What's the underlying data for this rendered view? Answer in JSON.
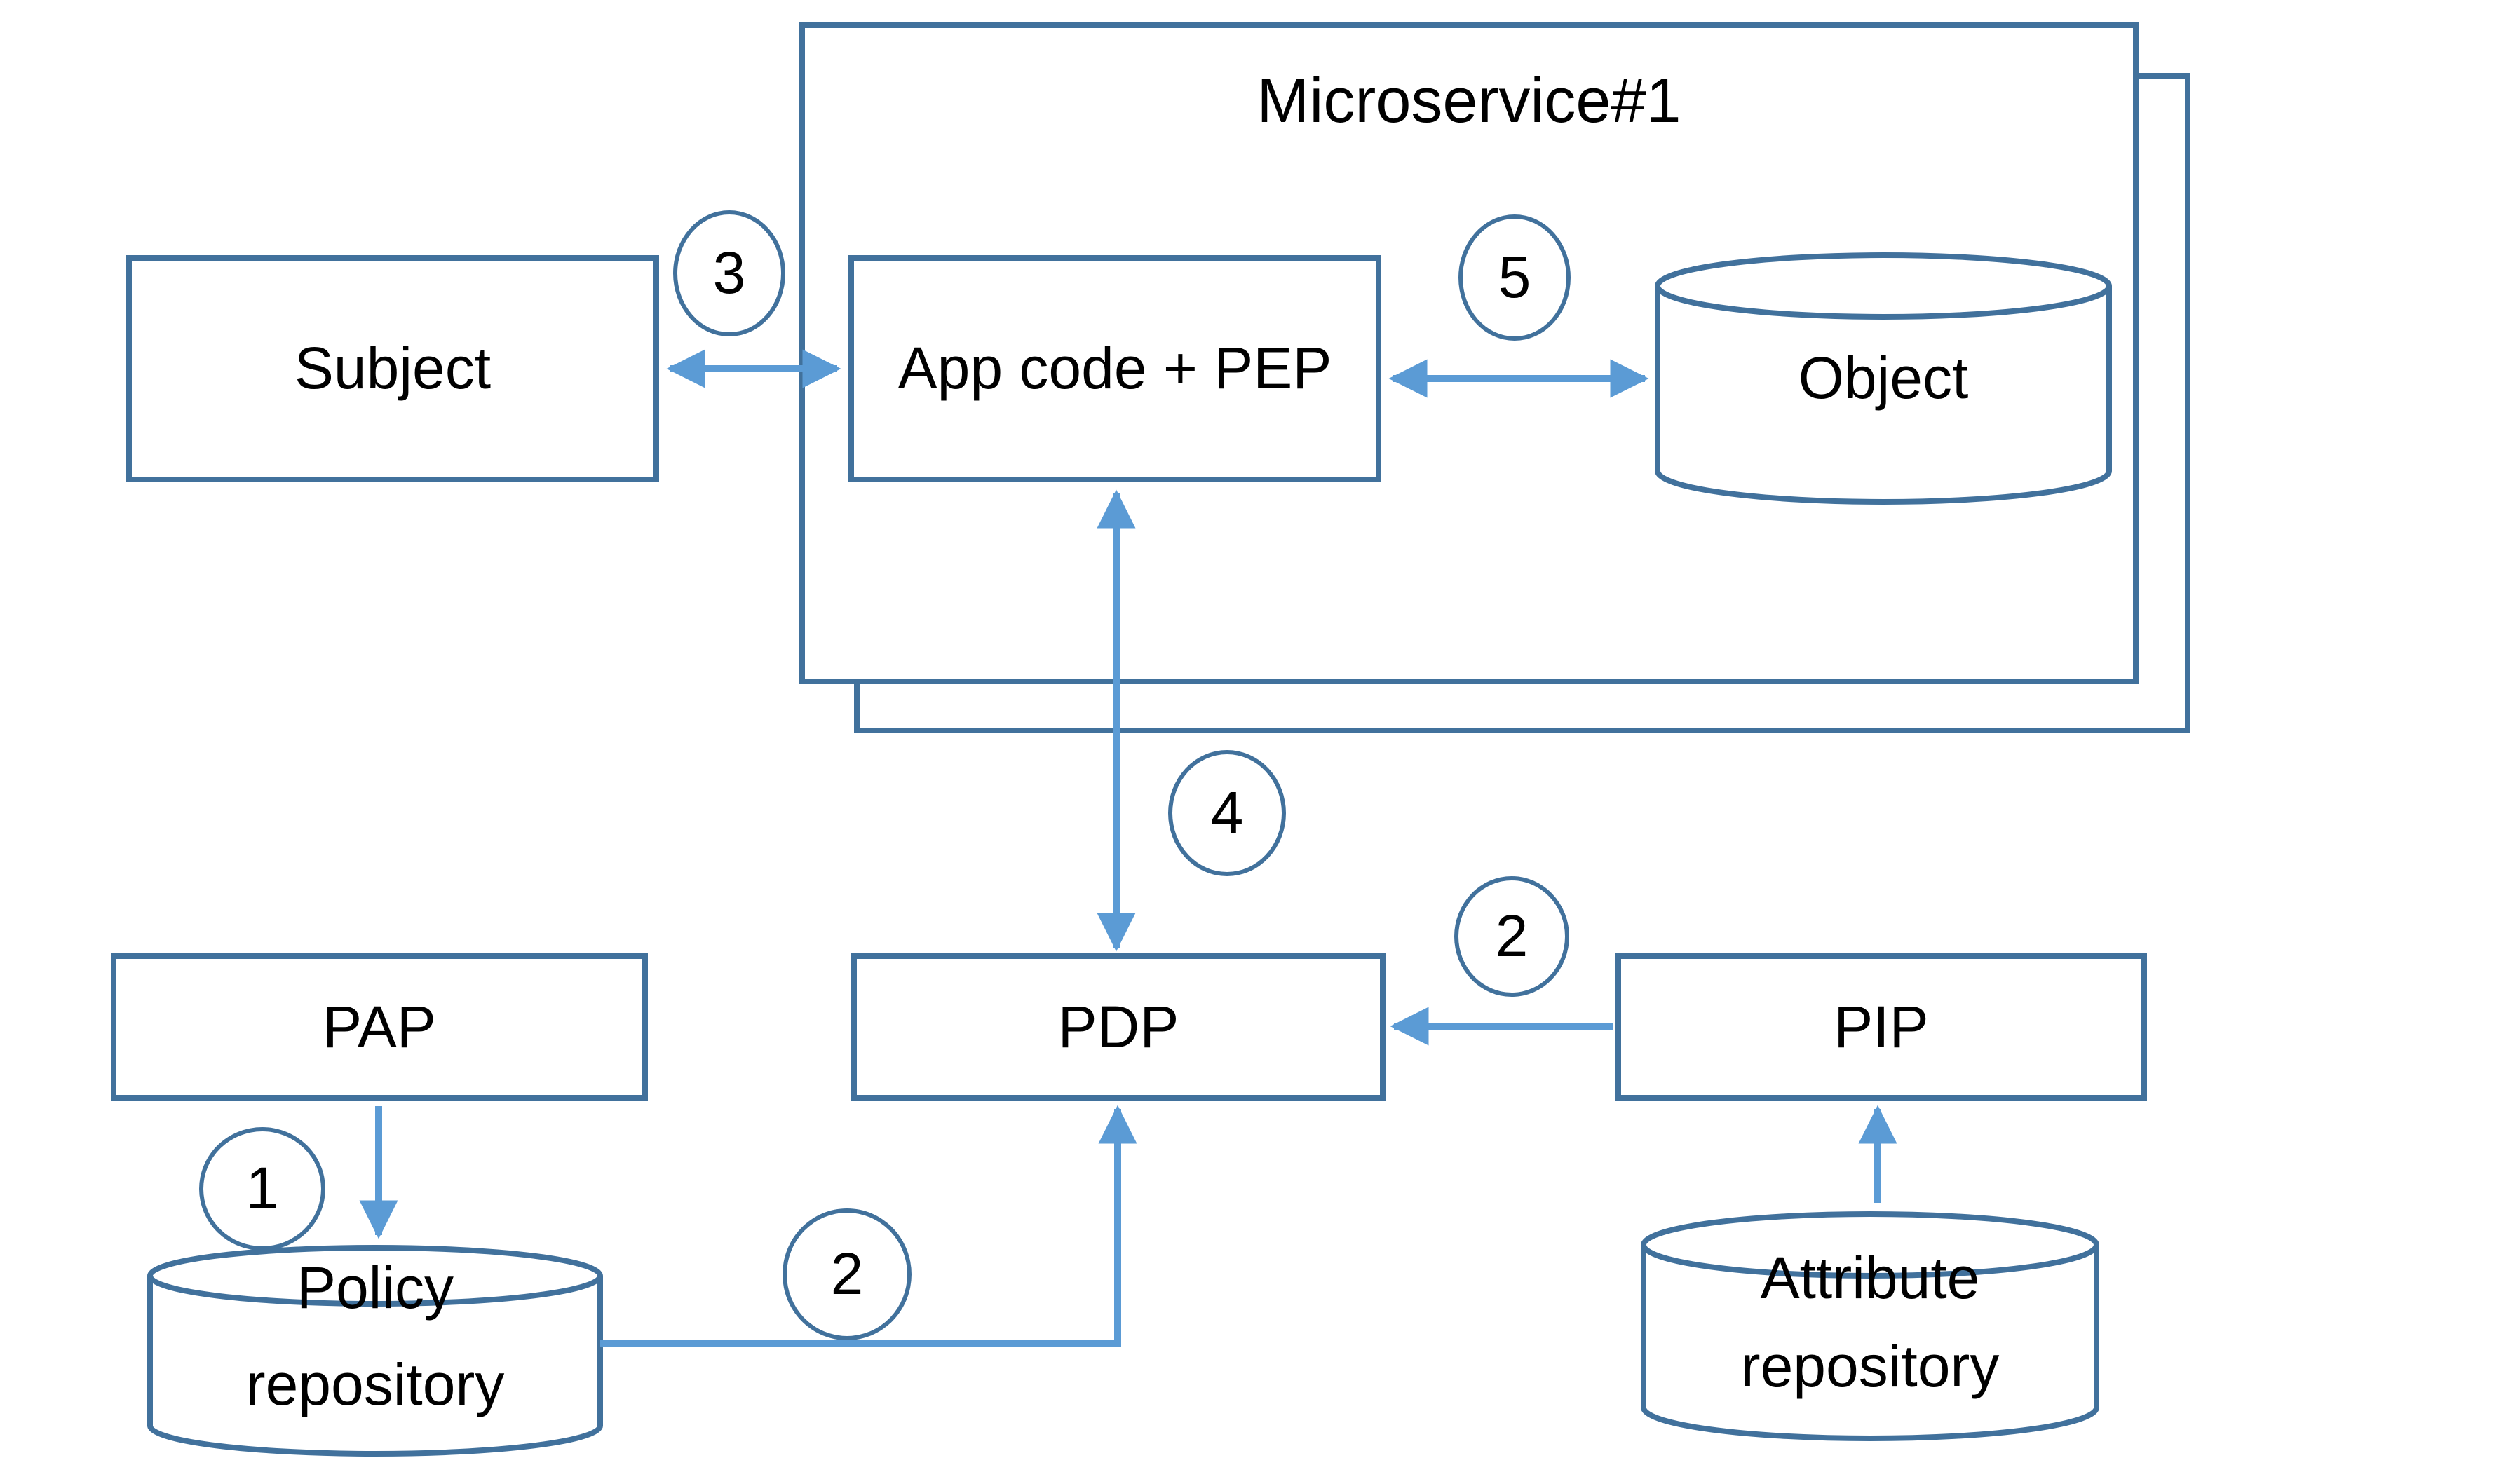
{
  "colors": {
    "node_border": "#41719C",
    "arrow": "#5B9BD5",
    "badge_border": "#41719C",
    "text": "#000000",
    "background": "#ffffff"
  },
  "microservice": {
    "title": "Microservice#1"
  },
  "nodes": {
    "subject": {
      "label": "Subject"
    },
    "app_pep": {
      "label": "App code + PEP"
    },
    "object_store": {
      "label": "Object"
    },
    "pap": {
      "label": "PAP"
    },
    "pdp": {
      "label": "PDP"
    },
    "pip": {
      "label": "PIP"
    },
    "policy_repository": {
      "lines": [
        "Policy",
        "repository"
      ]
    },
    "attribute_repository": {
      "lines": [
        "Attribute",
        "repository"
      ]
    }
  },
  "badges": {
    "step1": {
      "number": "1"
    },
    "step2_policy": {
      "number": "2"
    },
    "step2_attributes": {
      "number": "2"
    },
    "step3": {
      "number": "3"
    },
    "step4": {
      "number": "4"
    },
    "step5": {
      "number": "5"
    }
  }
}
